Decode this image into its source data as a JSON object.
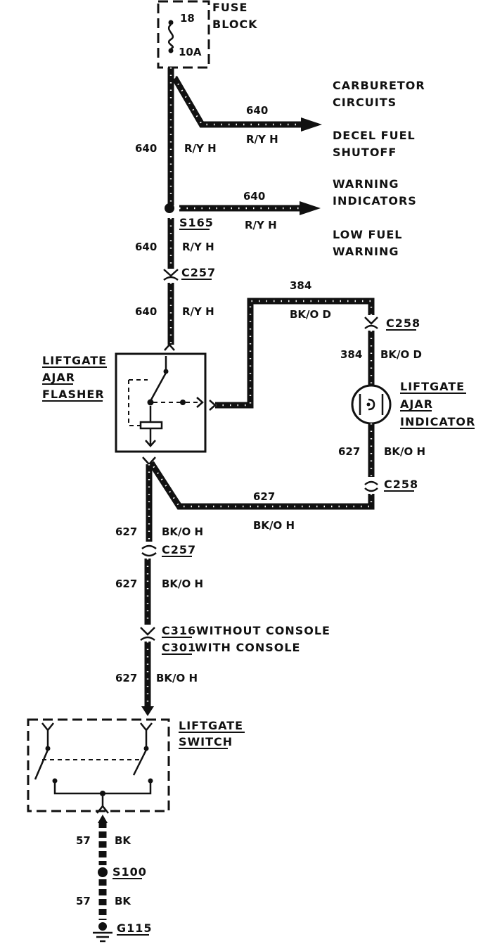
{
  "fuse_block": {
    "label_line1": "FUSE",
    "label_line2": "BLOCK",
    "fuse_number": "18",
    "fuse_rating": "10A"
  },
  "circuits": {
    "c640": "640",
    "c384": "384",
    "c627": "627",
    "c57": "57"
  },
  "wire_colors": {
    "ry_h": "R/Y H",
    "bko_d": "BK/O D",
    "bko_h": "BK/O H",
    "bk": "BK"
  },
  "destinations": {
    "carburetor_line1": "CARBURETOR",
    "carburetor_line2": "CIRCUITS",
    "decel_line1": "DECEL FUEL",
    "decel_line2": "SHUTOFF",
    "warning_line1": "WARNING",
    "warning_line2": "INDICATORS",
    "lowfuel_line1": "LOW FUEL",
    "lowfuel_line2": "WARNING"
  },
  "splices": {
    "s165": "S165",
    "s100": "S100"
  },
  "connectors": {
    "c257": "C257",
    "c258": "C258",
    "c316": "C316",
    "c316_note": "WITHOUT CONSOLE",
    "c301": "C301",
    "c301_note": "WITH CONSOLE"
  },
  "components": {
    "flasher_line1": "LIFTGATE",
    "flasher_line2": "AJAR",
    "flasher_line3": "FLASHER",
    "indicator_line1": "LIFTGATE",
    "indicator_line2": "AJAR",
    "indicator_line3": "INDICATOR",
    "switch_line1": "LIFTGATE",
    "switch_line2": "SWITCH"
  },
  "ground": {
    "g115": "G115"
  }
}
